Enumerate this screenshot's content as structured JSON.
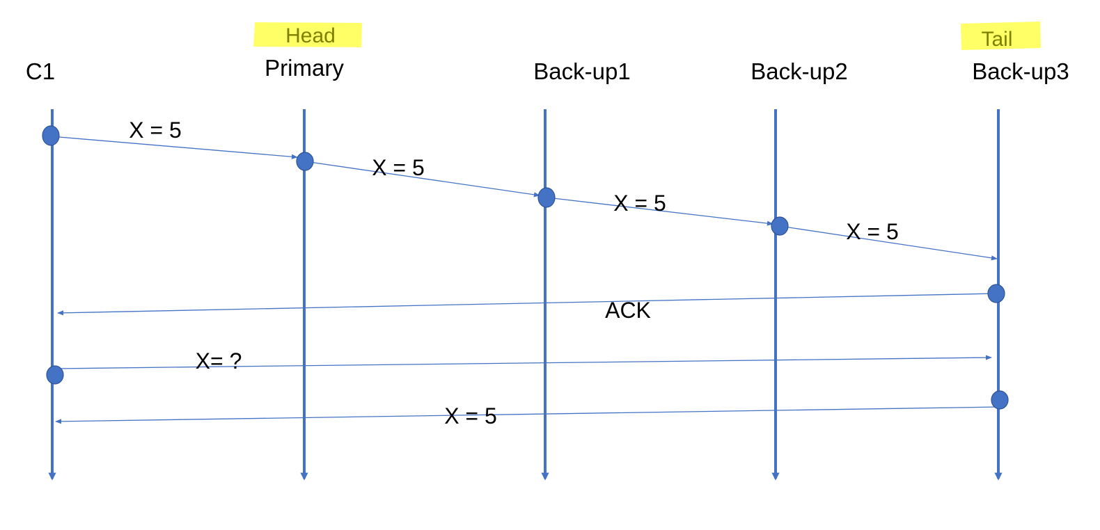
{
  "colors": {
    "line": "#4472C4",
    "node_fill": "#4472C4",
    "node_stroke": "#2F5597",
    "highlight": "#FFFF66",
    "role_text": "#7F7F00"
  },
  "processes": [
    {
      "id": "c1",
      "label": "C1",
      "role": ""
    },
    {
      "id": "primary",
      "label": "Primary",
      "role": "Head"
    },
    {
      "id": "backup1",
      "label": "Back-up1",
      "role": ""
    },
    {
      "id": "backup2",
      "label": "Back-up2",
      "role": ""
    },
    {
      "id": "backup3",
      "label": "Back-up3",
      "role": "Tail"
    }
  ],
  "messages": [
    {
      "id": "write-c1-primary",
      "from": "c1",
      "to": "primary",
      "label": "X = 5"
    },
    {
      "id": "write-primary-backup1",
      "from": "primary",
      "to": "backup1",
      "label": "X = 5"
    },
    {
      "id": "write-backup1-backup2",
      "from": "backup1",
      "to": "backup2",
      "label": "X = 5"
    },
    {
      "id": "write-backup2-backup3",
      "from": "backup2",
      "to": "backup3",
      "label": "X = 5"
    },
    {
      "id": "ack-backup3-c1",
      "from": "backup3",
      "to": "c1",
      "label": "ACK"
    },
    {
      "id": "read-c1-backup3",
      "from": "c1",
      "to": "backup3",
      "label": "X= ?"
    },
    {
      "id": "reply-backup3-c1",
      "from": "backup3",
      "to": "c1",
      "label": "X = 5"
    }
  ]
}
